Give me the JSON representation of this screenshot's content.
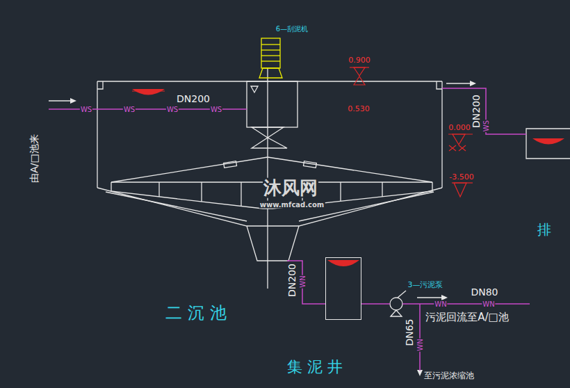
{
  "diagram": {
    "nodes": [
      {
        "text": [
          "二 沉 池"
        ]
      },
      {
        "text": [
          "集 泥 井"
        ]
      },
      {
        "text": [
          "3—污泥泵"
        ]
      }
    ],
    "edges": [
      {
        "from": 0,
        "to": 1,
        "arrow": "none"
      },
      {
        "from": 1,
        "to": 2,
        "arrow": "none"
      }
    ],
    "labels": [
      "6—刮泥机",
      "DN200",
      "WS",
      "WS",
      "WS",
      "WS",
      "由A/□池来",
      "0.900",
      "0.530",
      "0.000",
      "DN200",
      "WS",
      "-3.500",
      "DN200",
      "WN",
      "DN80",
      "WN",
      "WN",
      "污泥回流至A/□池",
      "DN65",
      "WN",
      "至污泥浓缩池",
      "排",
      "沐风网",
      "www.mfcad.com"
    ]
  }
}
